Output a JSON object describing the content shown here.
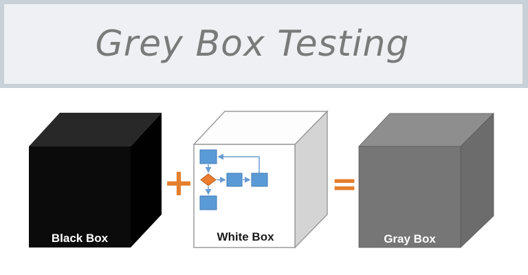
{
  "banner": {
    "title": "Grey Box Testing"
  },
  "diagram": {
    "boxes": [
      {
        "id": "black-box",
        "label": "Black Box"
      },
      {
        "id": "white-box",
        "label": "White Box"
      },
      {
        "id": "gray-box",
        "label": "Gray Box"
      }
    ],
    "operators": {
      "plus": "+",
      "equals": "="
    },
    "flowchart_icon": "blue-squares-and-orange-diamond-flow-diagram"
  },
  "colors": {
    "banner_border": "#c8d0d8",
    "banner_fill": "#eef0f3",
    "title_text": "#7a7a7a",
    "operator_orange": "#e47f2d",
    "flow_node_blue": "#5b9bd5",
    "flow_node_border": "#4179b4",
    "flow_connector_blue": "#6b9bd2",
    "flow_diamond_orange": "#ed7d31",
    "flow_diamond_border": "#b25f22",
    "black_box_front": "#0b0b0b",
    "black_box_top": "#282828",
    "black_box_side": "#010101",
    "white_box_front": "#ffffff",
    "white_box_top": "#fdfdfd",
    "white_box_side": "#d4d4d4",
    "white_box_edge": "#9b9b9b",
    "gray_box_front": "#767676",
    "gray_box_top": "#8e8e8e",
    "gray_box_side": "#6c6c6c",
    "gray_box_edge": "#5a5a5a",
    "label_light": "#ffffff",
    "label_dark": "#1a1a1a"
  }
}
